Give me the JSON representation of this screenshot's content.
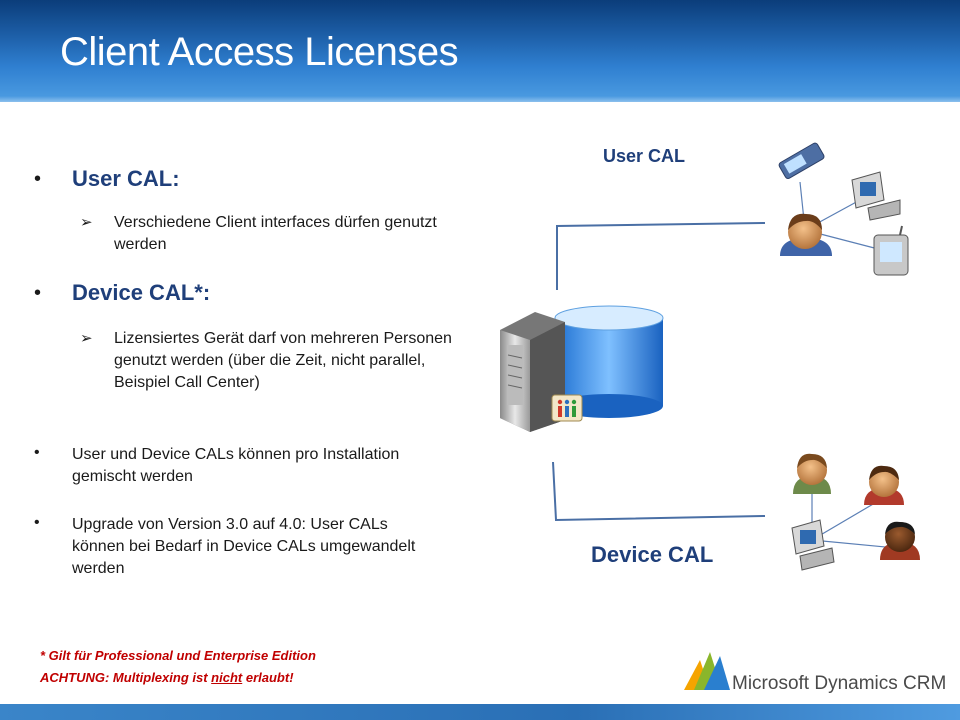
{
  "header": {
    "title": "Client Access Licenses"
  },
  "bullets": {
    "user_cal": {
      "heading": "User CAL:",
      "sub": "Verschiedene Client interfaces dürfen genutzt werden"
    },
    "device_cal": {
      "heading": "Device CAL*:",
      "sub": "Lizensiertes Gerät darf von mehreren Personen genutzt werden (über die Zeit, nicht parallel, Beispiel Call Center)"
    },
    "mixed": "User und Device CALs können pro Installation gemischt werden",
    "upgrade": "Upgrade von Version 3.0 auf 4.0: User CALs können bei Bedarf in Device CALs umgewandelt werden"
  },
  "notes": {
    "line1": "* Gilt für Professional und Enterprise Edition",
    "line2_prefix": "ACHTUNG: Multiplexing ist ",
    "line2_emph": "nicht",
    "line2_suffix": " erlaubt!"
  },
  "diagram": {
    "user_cal_label": "User CAL",
    "device_cal_label": "Device CAL"
  },
  "logo": {
    "text": "Microsoft Dynamics CRM"
  },
  "colors": {
    "header_top": "#0b3d7a",
    "header_bottom": "#4e9ee3",
    "heading_blue": "#1f3f7a",
    "note_red": "#c00000"
  }
}
